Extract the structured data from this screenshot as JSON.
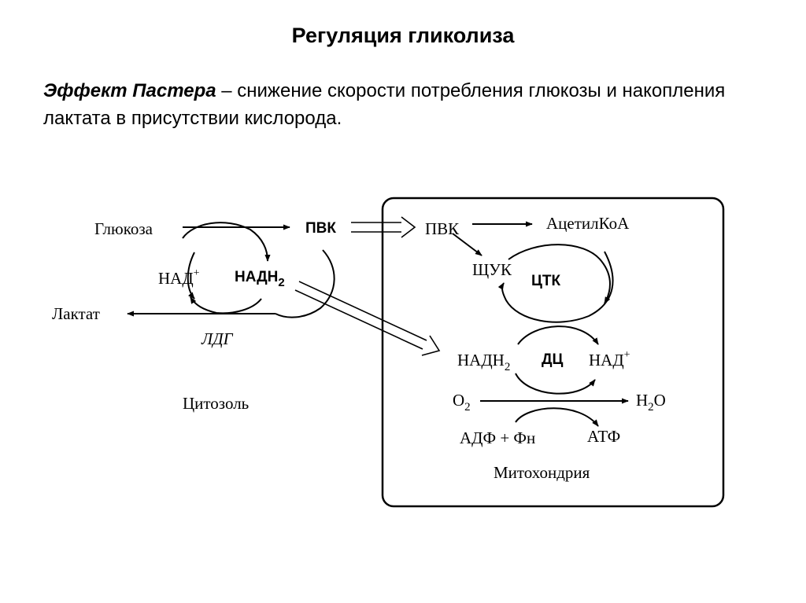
{
  "page": {
    "title": "Регуляция гликолиза",
    "definition": {
      "term": "Эффект Пастера",
      "text": " – снижение скорости потребления глюкозы и накопления лактата в присутствии кислорода."
    }
  },
  "diagram": {
    "cytosol": {
      "glucose": "Глюкоза",
      "pyruvate": "ПВК",
      "nad": "НАД",
      "nad_sup": "+",
      "nadh": "НАДН",
      "nadh_sub": "2",
      "lactate": "Лактат",
      "ldh": "ЛДГ",
      "compartment": "Цитозоль"
    },
    "mitochondrion": {
      "pyruvate": "ПВК",
      "acetyl_coa": "АцетилКоА",
      "oxaloacetate": "ЩУК",
      "tca": "ЦТК",
      "nadh": "НАДН",
      "nadh_sub": "2",
      "respiratory_chain": "ДЦ",
      "nad": "НАД",
      "nad_sup": "+",
      "o2": "O",
      "o2_sub": "2",
      "h2o_h": "H",
      "h2o_sub": "2",
      "h2o_o": "O",
      "adp_pi": "АДФ + Фн",
      "atp": "АТФ",
      "compartment": "Митохондрия"
    }
  }
}
